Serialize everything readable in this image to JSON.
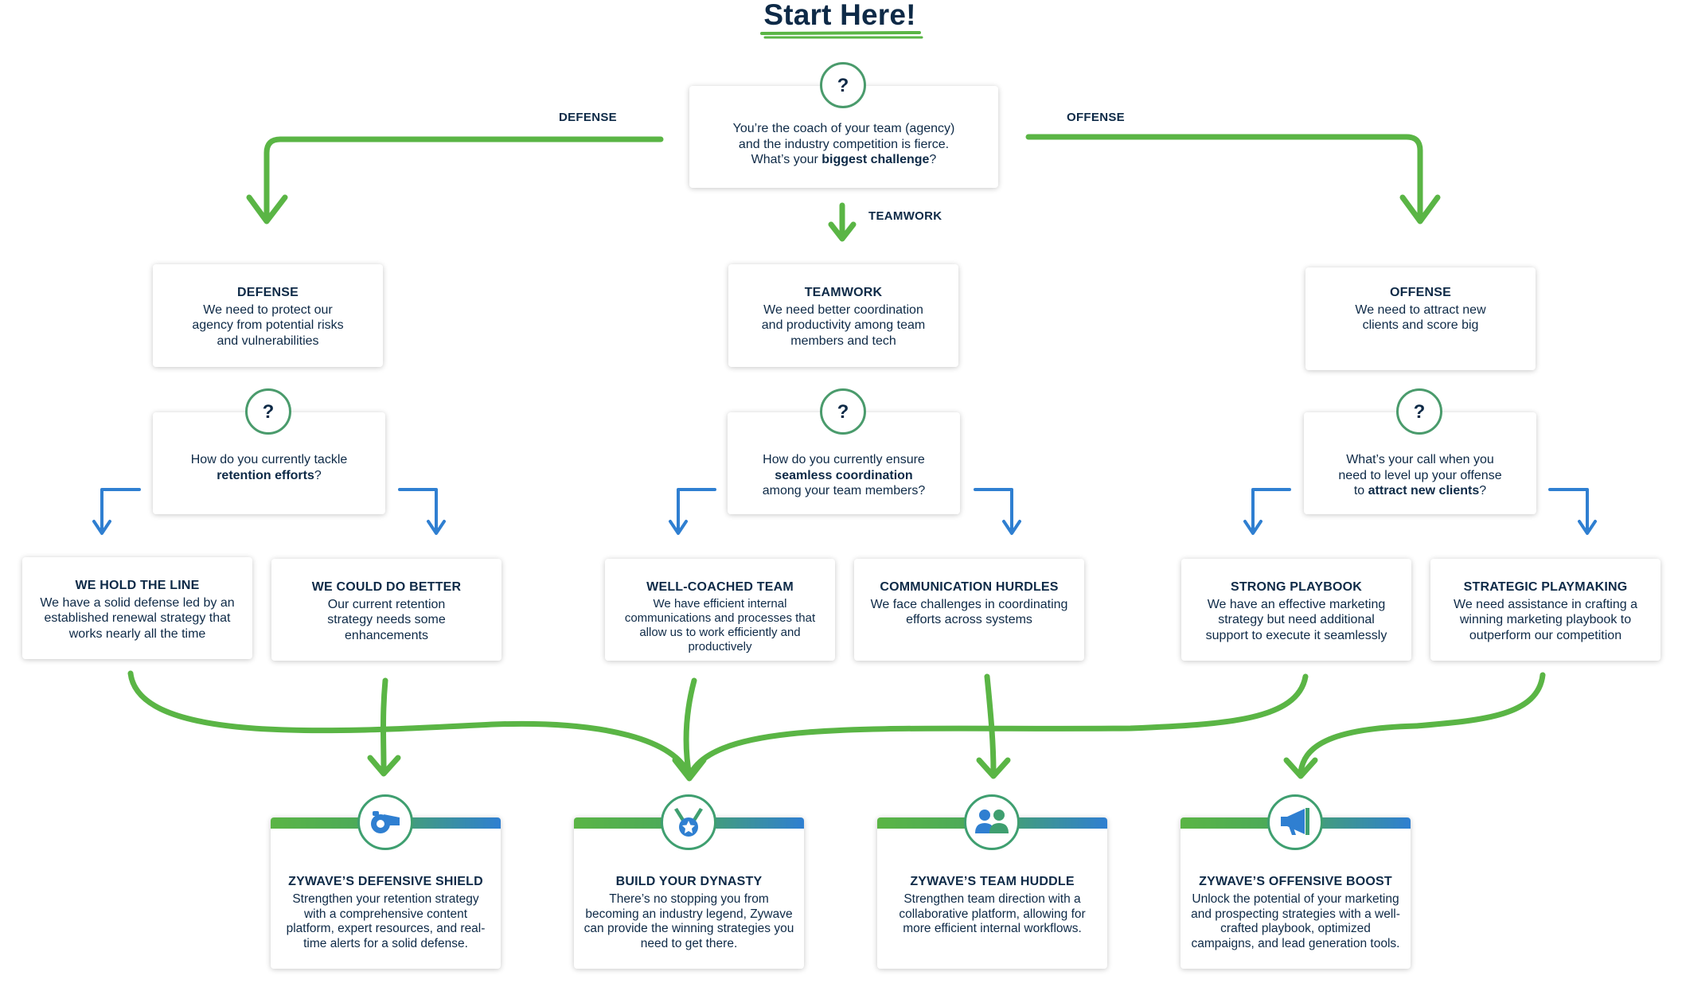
{
  "title": "Start Here!",
  "root": {
    "line1": "You’re the coach of your team (agency)",
    "line2": "and the industry competition is fierce.",
    "line3_pre": "What’s your ",
    "line3_bold": "biggest challenge",
    "line3_post": "?"
  },
  "labels": {
    "defense": "DEFENSE",
    "offense": "OFFENSE",
    "teamwork": "TEAMWORK"
  },
  "question_mark": "?",
  "categories": {
    "defense": {
      "head": "DEFENSE",
      "body": "We need to protect our agency from potential risks and vulnerabilities"
    },
    "teamwork": {
      "head": "TEAMWORK",
      "body": "We need better coordination and productivity among team members and tech"
    },
    "offense": {
      "head": "OFFENSE",
      "body": "We need to attract new clients and score big"
    }
  },
  "questions": {
    "defense": {
      "pre": "How do you currently tackle",
      "bold": "retention efforts",
      "post": "?"
    },
    "teamwork": {
      "pre": "How do you currently ensure",
      "bold": "seamless coordination",
      "post": "among your team members?"
    },
    "offense": {
      "pre1": "What’s your call when you",
      "pre2": "need to level up your offense",
      "pre3": "to ",
      "bold": "attract new clients",
      "post": "?"
    }
  },
  "answers": [
    {
      "head": "WE HOLD THE LINE",
      "body": "We have a solid defense led by an established renewal strategy that works nearly all the time"
    },
    {
      "head": "WE COULD DO BETTER",
      "body": "Our current retention strategy needs some enhancements"
    },
    {
      "head": "WELL-COACHED TEAM",
      "body": "We have efficient internal communications and processes that allow us to work efficiently and productively"
    },
    {
      "head": "COMMUNICATION HURDLES",
      "body": "We face challenges in coordinating efforts across systems"
    },
    {
      "head": "STRONG PLAYBOOK",
      "body": "We have an effective marketing strategy but need additional support to execute it seamlessly"
    },
    {
      "head": "STRATEGIC PLAYMAKING",
      "body": "We need assistance in crafting a winning marketing playbook to outperform our competition"
    }
  ],
  "solutions": [
    {
      "head": "ZYWAVE’S DEFENSIVE SHIELD",
      "body": "Strengthen your retention strategy with a comprehensive content platform, expert resources, and real-time alerts for a solid defense.",
      "icon": "whistle-icon"
    },
    {
      "head": "BUILD YOUR DYNASTY",
      "body": "There’s no stopping you from becoming an industry legend, Zywave can provide the winning strategies you need to get there.",
      "icon": "medal-icon"
    },
    {
      "head": "ZYWAVE’S TEAM HUDDLE",
      "body": "Strengthen team direction with a collaborative platform, allowing for more efficient internal workflows.",
      "icon": "team-icon"
    },
    {
      "head": "ZYWAVE’S OFFENSIVE BOOST",
      "body": "Unlock the potential of your marketing and prospecting strategies with a well-crafted playbook, optimized campaigns, and lead generation tools.",
      "icon": "megaphone-icon"
    }
  ],
  "colors": {
    "green": "#5ab545",
    "blue": "#2f7fd1",
    "navy": "#0e2a47",
    "teal_ring": "#3f9f70"
  }
}
